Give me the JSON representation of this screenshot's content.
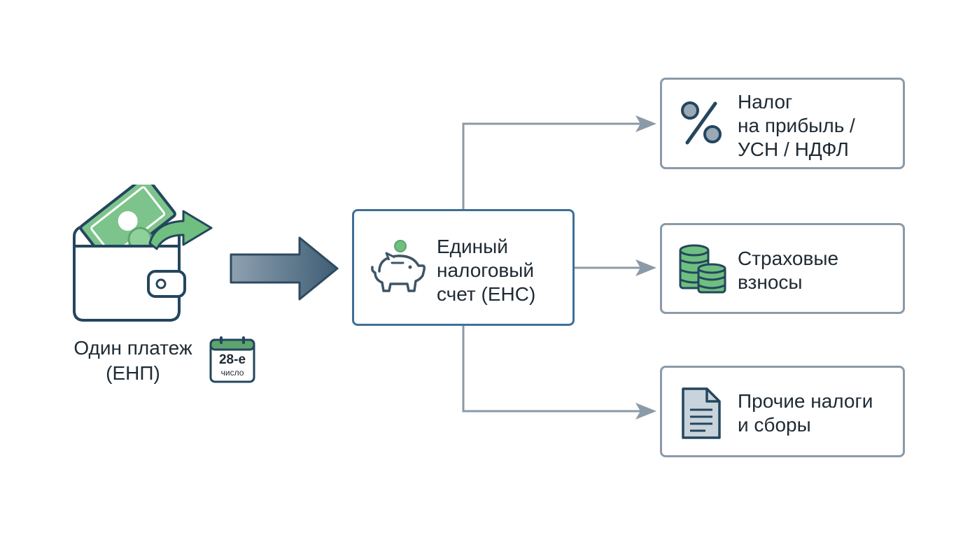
{
  "source": {
    "label_lines": [
      "Один платеж",
      "(ЕНП)"
    ],
    "calendar_day": "28-е",
    "calendar_word": "число"
  },
  "ens": {
    "label_lines": [
      "Единый",
      "налоговый",
      "счет (ЕНС)"
    ]
  },
  "targets": [
    {
      "label_lines": [
        "Налог",
        "на прибыль /",
        "УСН / НДФЛ"
      ],
      "icon": "percent-icon"
    },
    {
      "label_lines": [
        "Страховые",
        "взносы"
      ],
      "icon": "coin-stack-icon"
    },
    {
      "label_lines": [
        "Прочие налоги",
        "и сборы"
      ],
      "icon": "document-icon"
    }
  ],
  "colors": {
    "accent_blue": "#3f6f98",
    "green": "#5da56e",
    "dark_navy": "#24465e",
    "connector_gray": "#8b9aa7"
  }
}
